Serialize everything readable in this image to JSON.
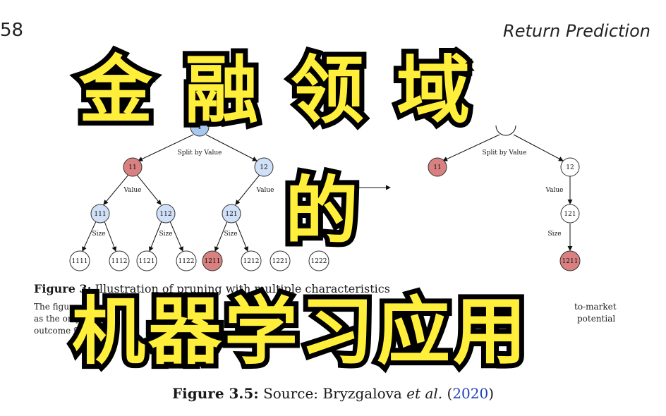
{
  "header": {
    "page_number": "58",
    "running_head": "Return Prediction"
  },
  "tree_left": {
    "nodes": [
      {
        "id": "1",
        "fill": "#a9c8f0"
      },
      {
        "id": "11",
        "fill": "#d98080"
      },
      {
        "id": "12",
        "fill": "#cfe0f7"
      },
      {
        "id": "111",
        "fill": "#cfe0f7"
      },
      {
        "id": "112",
        "fill": "#cfe0f7"
      },
      {
        "id": "121",
        "fill": "#cfe0f7"
      },
      {
        "id": "1111",
        "fill": "#ffffff"
      },
      {
        "id": "1112",
        "fill": "#ffffff"
      },
      {
        "id": "1121",
        "fill": "#ffffff"
      },
      {
        "id": "1122",
        "fill": "#ffffff"
      },
      {
        "id": "1211",
        "fill": "#d98080"
      },
      {
        "id": "1212",
        "fill": "#ffffff"
      },
      {
        "id": "1221",
        "fill": "#ffffff"
      },
      {
        "id": "1222",
        "fill": "#ffffff"
      }
    ],
    "edge_labels": {
      "split": "Split by Value",
      "value_left": "Value",
      "value_right": "Value",
      "size_1": "Size",
      "size_2": "Size",
      "size_3": "Size"
    }
  },
  "tree_right": {
    "nodes": [
      {
        "id": "11",
        "fill": "#d98080"
      },
      {
        "id": "12",
        "fill": "#ffffff"
      },
      {
        "id": "121",
        "fill": "#ffffff"
      },
      {
        "id": "1211",
        "fill": "#d98080"
      }
    ],
    "edge_labels": {
      "split": "Split by Value",
      "value": "Value",
      "size": "Size"
    }
  },
  "inner_figure": {
    "label": "Figure 3:",
    "title": "Illustration of pruning with multiple characteristics",
    "caption_lines": [
      {
        "left": "The figure",
        "right": "to-market"
      },
      {
        "left": "as the only",
        "right": "potential"
      },
      {
        "left": "outcome fo",
        "right": ""
      }
    ]
  },
  "figure_caption": {
    "label": "Figure 3.5:",
    "text_before": "Source: Bryzgalova",
    "italic": "et al.",
    "open_paren": "(",
    "year": "2020",
    "close_paren": ")"
  },
  "overlay": {
    "line1": "金融领域",
    "line2": "的",
    "line3": "机器学习应用",
    "fill_color": "#ffef3a",
    "stroke_color": "#000000"
  }
}
